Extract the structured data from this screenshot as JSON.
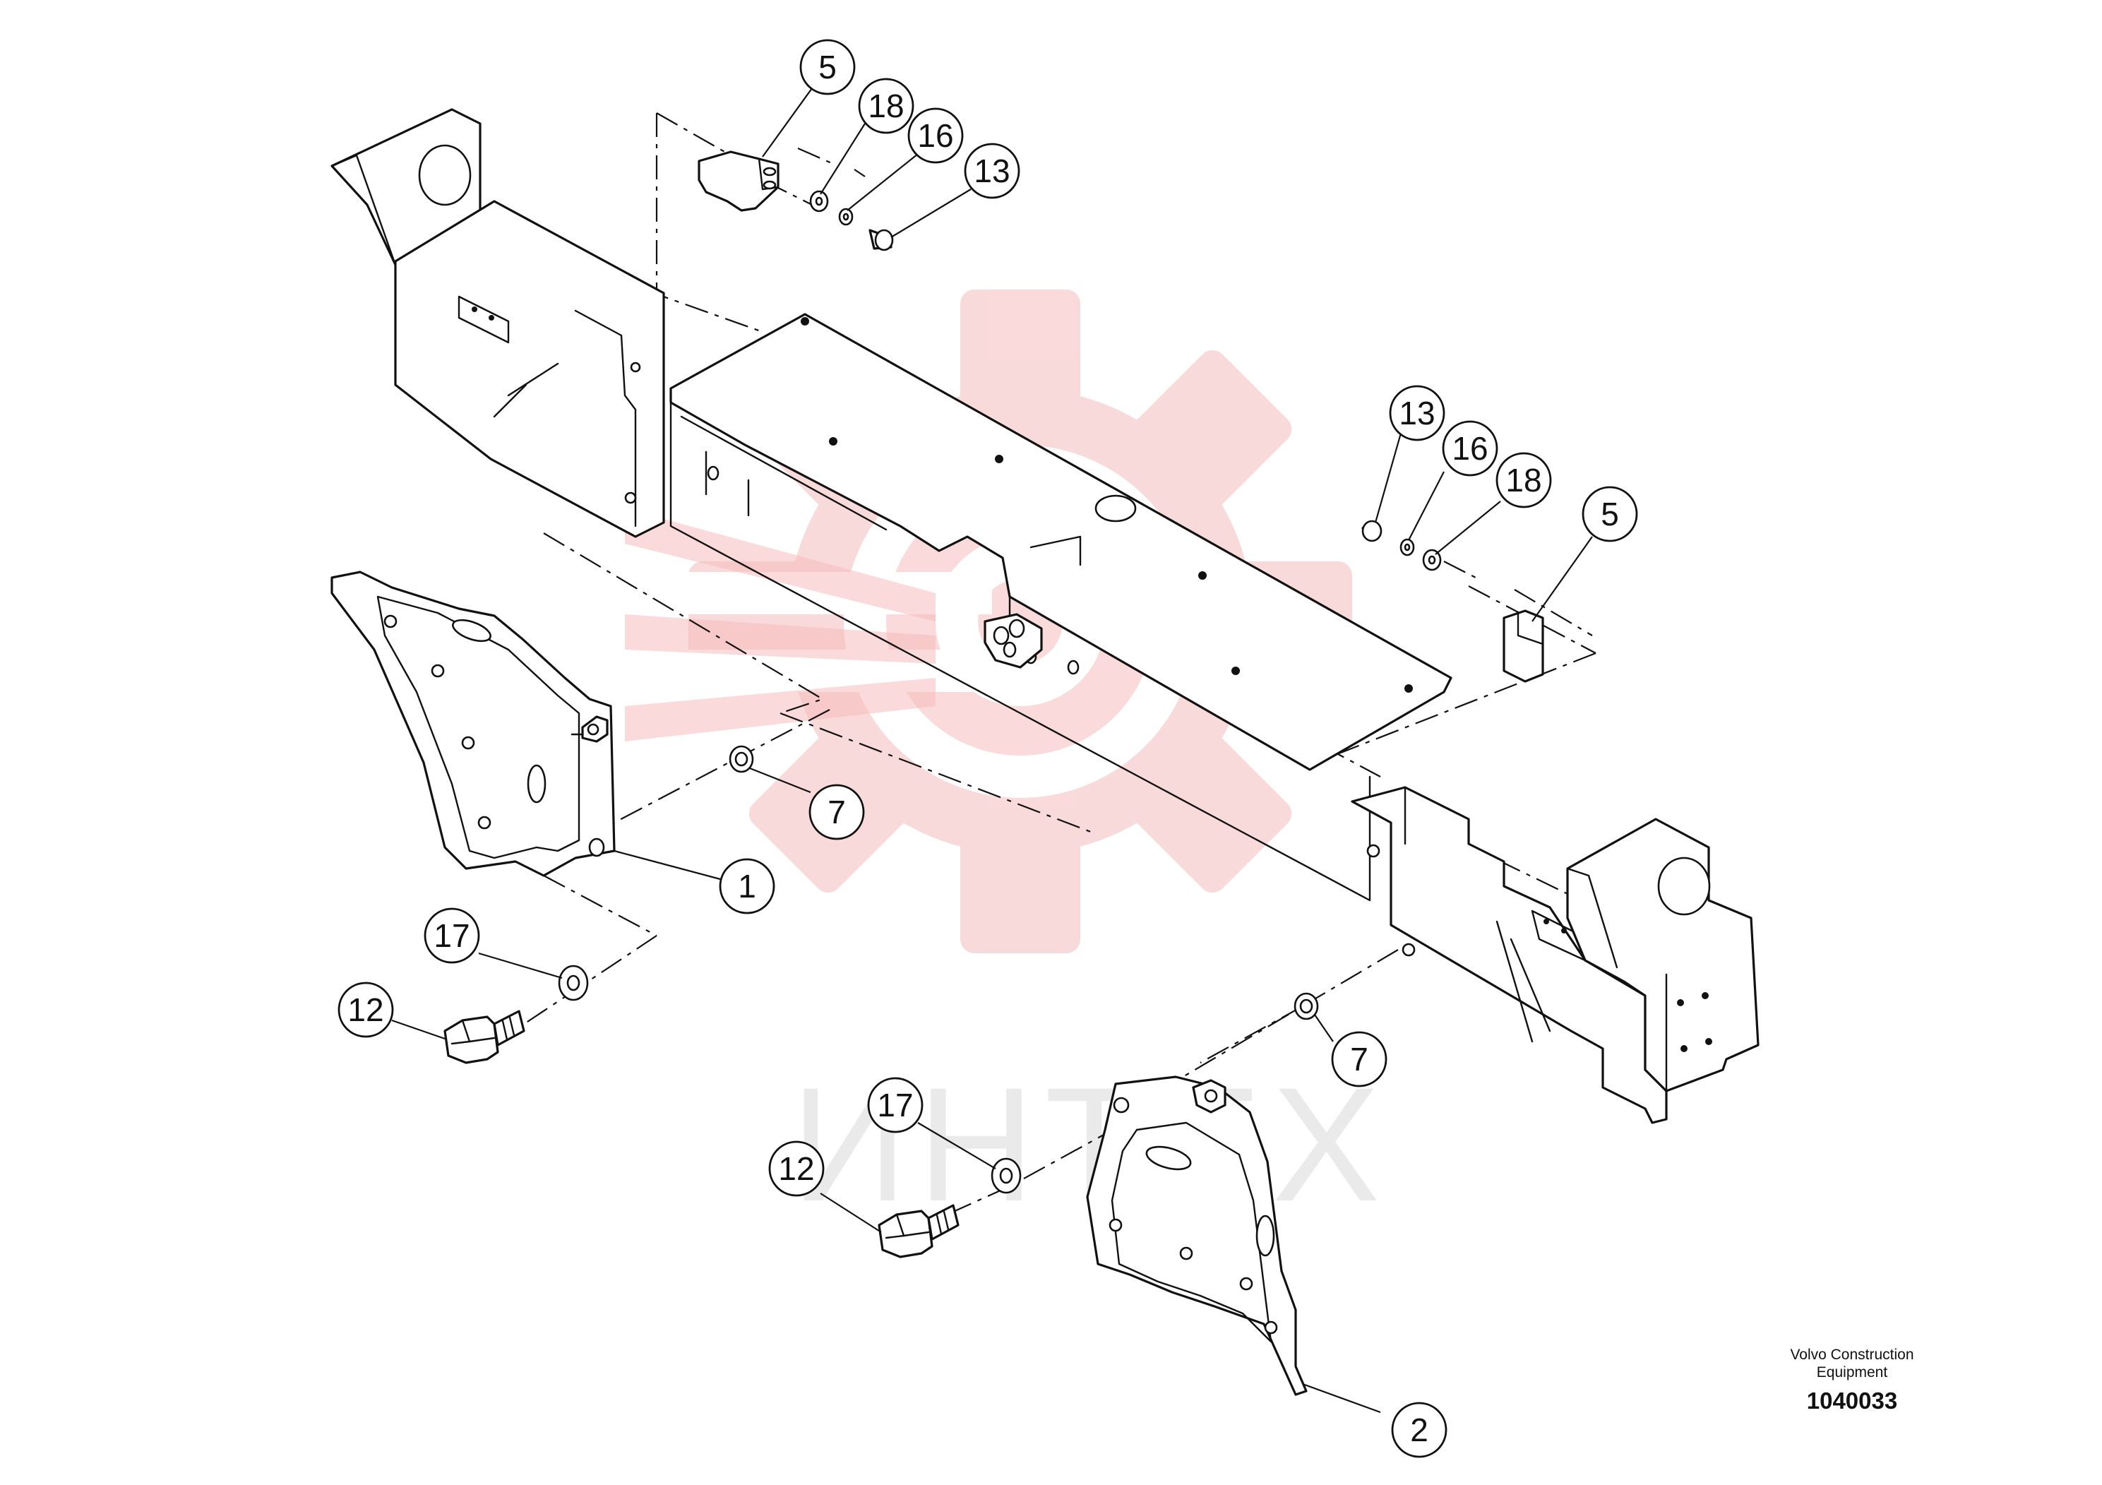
{
  "watermark": {
    "logo": "gear-logo-watermark",
    "text": "ИНТЕХ",
    "color": "#f5bcbc"
  },
  "callouts": [
    {
      "id": "c5a",
      "label": "5"
    },
    {
      "id": "c18a",
      "label": "18"
    },
    {
      "id": "c16a",
      "label": "16"
    },
    {
      "id": "c13a",
      "label": "13"
    },
    {
      "id": "c13b",
      "label": "13"
    },
    {
      "id": "c16b",
      "label": "16"
    },
    {
      "id": "c18b",
      "label": "18"
    },
    {
      "id": "c5b",
      "label": "5"
    },
    {
      "id": "c7a",
      "label": "7"
    },
    {
      "id": "c1",
      "label": "1"
    },
    {
      "id": "c17a",
      "label": "17"
    },
    {
      "id": "c12a",
      "label": "12"
    },
    {
      "id": "c7b",
      "label": "7"
    },
    {
      "id": "c17b",
      "label": "17"
    },
    {
      "id": "c12b",
      "label": "12"
    },
    {
      "id": "c2",
      "label": "2"
    }
  ],
  "title_block": {
    "brand_line1": "Volvo Construction",
    "brand_line2": "Equipment",
    "reference": "1040033"
  }
}
